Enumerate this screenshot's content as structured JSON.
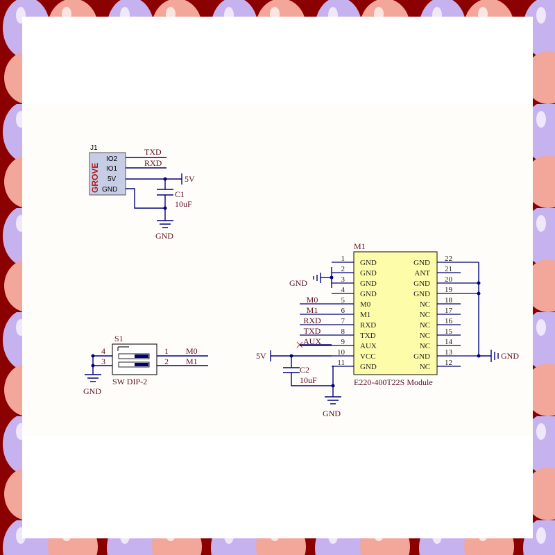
{
  "colors": {
    "frame_red": "#8b0000",
    "bubble_pink": "#f2a79a",
    "bubble_purple": "#c6b2ee",
    "paper": "#fffdf9",
    "wire": "#00007a",
    "module_fill": "#fdfca8",
    "grove_fill": "#c8cde6",
    "grove_text": "#b01818"
  },
  "j1": {
    "designator": "J1",
    "brand": "GROVE",
    "pins": [
      "IO2",
      "IO1",
      "5V",
      "GND"
    ],
    "net_txd": "TXD",
    "net_rxd": "RXD",
    "net_5v": "5V",
    "gnd": "GND",
    "cap_name": "C1",
    "cap_value": "10uF"
  },
  "s1": {
    "designator": "S1",
    "name": "SW DIP-2",
    "pins": [
      "1",
      "2",
      "3",
      "4"
    ],
    "net_m0": "M0",
    "net_m1": "M1",
    "gnd": "GND"
  },
  "m1": {
    "designator": "M1",
    "name": "E220-400T22S Module",
    "left_pins": [
      {
        "num": "1",
        "name": "GND"
      },
      {
        "num": "2",
        "name": "GND"
      },
      {
        "num": "3",
        "name": "GND"
      },
      {
        "num": "4",
        "name": "GND"
      },
      {
        "num": "5",
        "name": "M0"
      },
      {
        "num": "6",
        "name": "M1"
      },
      {
        "num": "7",
        "name": "RXD"
      },
      {
        "num": "8",
        "name": "TXD"
      },
      {
        "num": "9",
        "name": "AUX"
      },
      {
        "num": "10",
        "name": "VCC"
      },
      {
        "num": "11",
        "name": "GND"
      }
    ],
    "right_pins": [
      {
        "num": "22",
        "name": "GND"
      },
      {
        "num": "21",
        "name": "ANT"
      },
      {
        "num": "20",
        "name": "GND"
      },
      {
        "num": "19",
        "name": "GND"
      },
      {
        "num": "18",
        "name": "NC"
      },
      {
        "num": "17",
        "name": "NC"
      },
      {
        "num": "16",
        "name": "NC"
      },
      {
        "num": "15",
        "name": "NC"
      },
      {
        "num": "14",
        "name": "NC"
      },
      {
        "num": "13",
        "name": "GND"
      },
      {
        "num": "12",
        "name": "NC"
      }
    ],
    "net_left": [
      "",
      "",
      "",
      "",
      "M0",
      "M1",
      "RXD",
      "TXD",
      "AUX",
      "",
      ""
    ],
    "gnd_left": "GND",
    "gnd_right": "GND",
    "gnd_bottom": "GND",
    "net_5v": "5V",
    "cap_name": "C2",
    "cap_value": "10uF"
  }
}
